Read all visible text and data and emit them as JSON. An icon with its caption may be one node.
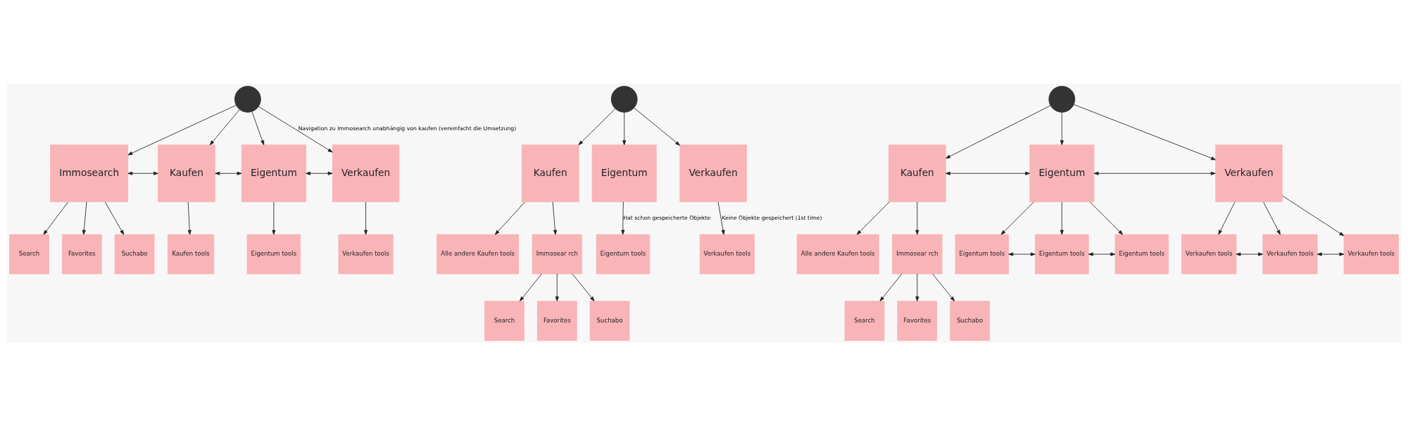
{
  "diagram": {
    "nodes": [
      {
        "text": [],
        "shape": "person"
      },
      {
        "text": [
          "Immosearch"
        ]
      },
      {
        "text": [
          "Kaufen"
        ]
      },
      {
        "text": [
          "Eigentum"
        ]
      },
      {
        "text": [
          "Verkaufen"
        ]
      },
      {
        "text": [
          "Search"
        ]
      },
      {
        "text": [
          "Favorites"
        ]
      },
      {
        "text": [
          "Suchabo"
        ]
      },
      {
        "text": [
          "Kaufen tools"
        ]
      },
      {
        "text": [
          "Eigentum tools"
        ]
      },
      {
        "text": [
          "Verkaufen tools"
        ]
      },
      {
        "text": [],
        "shape": "person"
      },
      {
        "text": [
          "Kaufen"
        ]
      },
      {
        "text": [
          "Eigentum"
        ]
      },
      {
        "text": [
          "Verkaufen"
        ]
      },
      {
        "text": [
          "Alle andere Kaufen tools"
        ]
      },
      {
        "text": [
          "Immosear rch"
        ]
      },
      {
        "text": [
          "Eigentum tools"
        ]
      },
      {
        "text": [
          "Verkaufen tools"
        ]
      },
      {
        "text": [
          "Search"
        ]
      },
      {
        "text": [
          "Favorites"
        ]
      },
      {
        "text": [
          "Suchabo"
        ]
      },
      {
        "text": [],
        "shape": "person"
      },
      {
        "text": [
          "Kaufen"
        ]
      },
      {
        "text": [
          "Eigentum"
        ]
      },
      {
        "text": [
          "Verkaufen"
        ]
      },
      {
        "text": [
          "Alle andere Kaufen tools"
        ]
      },
      {
        "text": [
          "Immosear rch"
        ]
      },
      {
        "text": [
          "Eigentum tools"
        ]
      },
      {
        "text": [
          "Eigentum tools"
        ]
      },
      {
        "text": [
          "Eigentum tools"
        ]
      },
      {
        "text": [
          "Verkaufen tools"
        ]
      },
      {
        "text": [
          "Verkaufen tools"
        ]
      },
      {
        "text": [
          "Verkaufen tools"
        ]
      },
      {
        "text": [
          "Search"
        ]
      },
      {
        "text": [
          "Favorites"
        ]
      },
      {
        "text": [
          "Suchabo"
        ]
      }
    ],
    "edges": [
      {
        "from": 0,
        "to": 1,
        "arrow": "to"
      },
      {
        "from": 0,
        "to": 2,
        "arrow": "to"
      },
      {
        "from": 0,
        "to": 3,
        "arrow": "to"
      },
      {
        "from": 0,
        "to": 4,
        "arrow": "to",
        "label": "Navigation zu Immosearch unabhängig von kaufen (vereinfacht die Umsetzung)"
      },
      {
        "from": 1,
        "to": 2,
        "arrow": "both"
      },
      {
        "from": 2,
        "to": 3,
        "arrow": "both"
      },
      {
        "from": 3,
        "to": 4,
        "arrow": "both"
      },
      {
        "from": 1,
        "to": 5,
        "arrow": "to"
      },
      {
        "from": 1,
        "to": 6,
        "arrow": "to"
      },
      {
        "from": 1,
        "to": 7,
        "arrow": "to"
      },
      {
        "from": 2,
        "to": 8,
        "arrow": "to"
      },
      {
        "from": 3,
        "to": 9,
        "arrow": "to"
      },
      {
        "from": 4,
        "to": 10,
        "arrow": "to"
      },
      {
        "from": 11,
        "to": 12,
        "arrow": "to"
      },
      {
        "from": 11,
        "to": 13,
        "arrow": "to"
      },
      {
        "from": 11,
        "to": 14,
        "arrow": "to"
      },
      {
        "from": 12,
        "to": 15,
        "arrow": "to"
      },
      {
        "from": 12,
        "to": 16,
        "arrow": "to"
      },
      {
        "from": 13,
        "to": 17,
        "arrow": "to",
        "label": "Hat schon gespeicherte Objekte"
      },
      {
        "from": 14,
        "to": 18,
        "arrow": "to",
        "label": "Keine Objekte gespeichert (1st time)"
      },
      {
        "from": 16,
        "to": 19,
        "arrow": "to"
      },
      {
        "from": 16,
        "to": 20,
        "arrow": "to"
      },
      {
        "from": 16,
        "to": 21,
        "arrow": "to"
      },
      {
        "from": 22,
        "to": 23,
        "arrow": "to"
      },
      {
        "from": 22,
        "to": 24,
        "arrow": "to"
      },
      {
        "from": 22,
        "to": 25,
        "arrow": "to"
      },
      {
        "from": 23,
        "to": 24,
        "arrow": "both"
      },
      {
        "from": 24,
        "to": 25,
        "arrow": "both"
      },
      {
        "from": 23,
        "to": 26,
        "arrow": "to"
      },
      {
        "from": 23,
        "to": 27,
        "arrow": "to"
      },
      {
        "from": 27,
        "to": 34,
        "arrow": "to"
      },
      {
        "from": 27,
        "to": 35,
        "arrow": "to"
      },
      {
        "from": 27,
        "to": 36,
        "arrow": "to"
      },
      {
        "from": 24,
        "to": 28,
        "arrow": "to"
      },
      {
        "from": 24,
        "to": 29,
        "arrow": "to"
      },
      {
        "from": 24,
        "to": 30,
        "arrow": "to"
      },
      {
        "from": 28,
        "to": 29,
        "arrow": "both"
      },
      {
        "from": 29,
        "to": 30,
        "arrow": "both"
      },
      {
        "from": 25,
        "to": 31,
        "arrow": "to"
      },
      {
        "from": 25,
        "to": 32,
        "arrow": "to"
      },
      {
        "from": 25,
        "to": 33,
        "arrow": "to"
      },
      {
        "from": 31,
        "to": 32,
        "arrow": "both"
      },
      {
        "from": 32,
        "to": 33,
        "arrow": "both"
      }
    ]
  }
}
